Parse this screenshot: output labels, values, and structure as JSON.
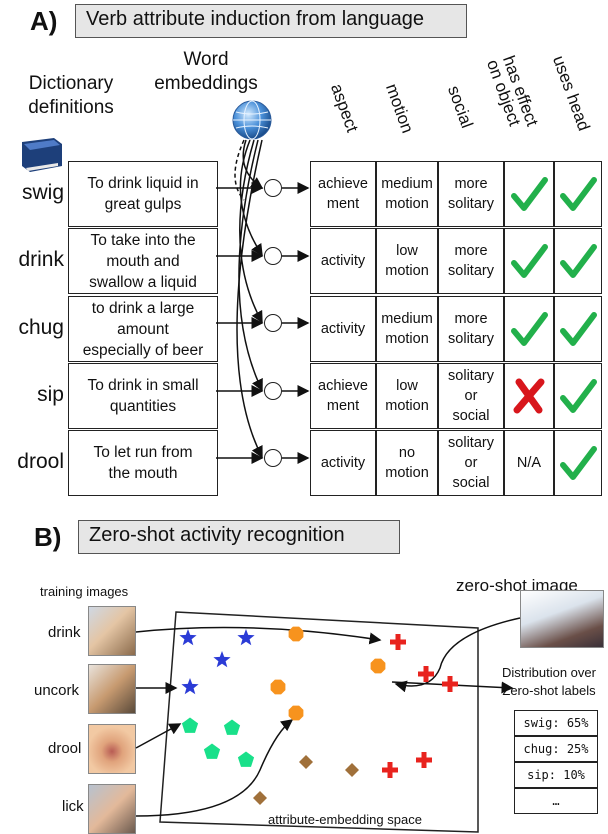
{
  "panelA": {
    "letter": "A)",
    "title": "Verb attribute induction from language",
    "dict_header": [
      "Dictionary",
      "definitions"
    ],
    "emb_header": [
      "Word",
      "embeddings"
    ],
    "columns": [
      "aspect",
      "motion",
      "social",
      "has effect",
      "on object",
      "uses head"
    ],
    "rows": [
      {
        "verb": "swig",
        "def": [
          "To drink liquid in",
          "great gulps"
        ],
        "aspect": [
          "achieve",
          "ment"
        ],
        "motion": [
          "medium",
          "motion"
        ],
        "social": [
          "more",
          "solitary"
        ],
        "effect": "check",
        "head": "check"
      },
      {
        "verb": "drink",
        "def": [
          "To take into the",
          "mouth and",
          "swallow a liquid"
        ],
        "aspect": [
          "activity"
        ],
        "motion": [
          "low",
          "motion"
        ],
        "social": [
          "more",
          "solitary"
        ],
        "effect": "check",
        "head": "check"
      },
      {
        "verb": "chug",
        "def": [
          "to drink a large",
          "amount",
          "especially of beer"
        ],
        "aspect": [
          "activity"
        ],
        "motion": [
          "medium",
          "motion"
        ],
        "social": [
          "more",
          "solitary"
        ],
        "effect": "check",
        "head": "check"
      },
      {
        "verb": "sip",
        "def": [
          "To drink in small",
          "quantities"
        ],
        "aspect": [
          "achieve",
          "ment"
        ],
        "motion": [
          "low",
          "motion"
        ],
        "social": [
          "solitary",
          "or",
          "social"
        ],
        "effect": "cross",
        "head": "check"
      },
      {
        "verb": "drool",
        "def": [
          "To let run from",
          "the mouth"
        ],
        "aspect": [
          "activity"
        ],
        "motion": [
          "no",
          "motion"
        ],
        "social": [
          "solitary",
          "or",
          "social"
        ],
        "effect": "N/A",
        "head": "check"
      }
    ],
    "colors": {
      "check": "#22b04b",
      "cross": "#d8161c"
    }
  },
  "panelB": {
    "letter": "B)",
    "title": "Zero-shot activity recognition",
    "training_label": "training images",
    "training": [
      "drink",
      "uncork",
      "drool",
      "lick"
    ],
    "zero_shot_label": "zero-shot image",
    "space_label": "attribute-embedding space",
    "dist_label": [
      "Distribution over",
      "Zero-shot labels"
    ],
    "dist": [
      "swig: 65%",
      "chug: 25%",
      "sip: 10%",
      "…"
    ],
    "colors": {
      "star": "#2b3bd6",
      "octagon": "#f7931e",
      "pentagon": "#19e08a",
      "diamond": "#a0703a",
      "cross": "#e8231e"
    }
  }
}
